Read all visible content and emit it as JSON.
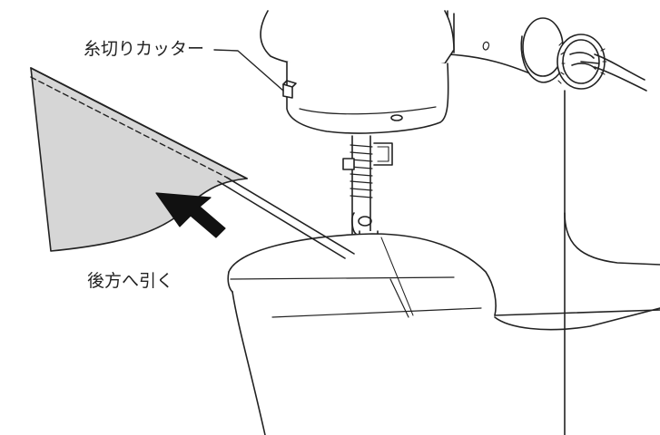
{
  "labels": {
    "thread_cutter": "糸切りカッター",
    "pull_back": "後方へ引く"
  },
  "colors": {
    "line": "#222222",
    "fabric_fill": "#d6d6d6",
    "background": "#ffffff"
  },
  "icons": {
    "arrow": "pull-direction-arrow"
  }
}
